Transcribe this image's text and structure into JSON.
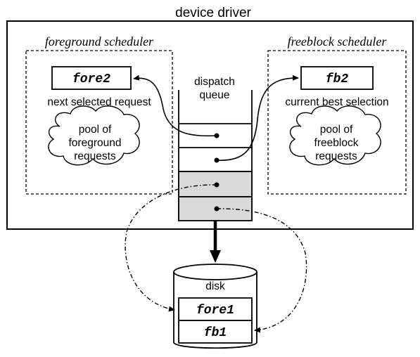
{
  "driver": {
    "title": "device driver"
  },
  "foreground": {
    "title": "foreground scheduler",
    "selected": "fore2",
    "caption": "next selected request",
    "pool": [
      "pool of",
      "foreground",
      "requests"
    ]
  },
  "freeblock": {
    "title": "freeblock scheduler",
    "selected": "fb2",
    "caption": "current best selection",
    "pool": [
      "pool of",
      "freeblock",
      "requests"
    ]
  },
  "queue": {
    "label": [
      "dispatch",
      "queue"
    ]
  },
  "disk": {
    "label": "disk",
    "slots": [
      "fore1",
      "fb1"
    ]
  },
  "colors": {
    "ink": "#000000",
    "queue_shaded": "#d9d9d9",
    "background": "#ffffff"
  }
}
